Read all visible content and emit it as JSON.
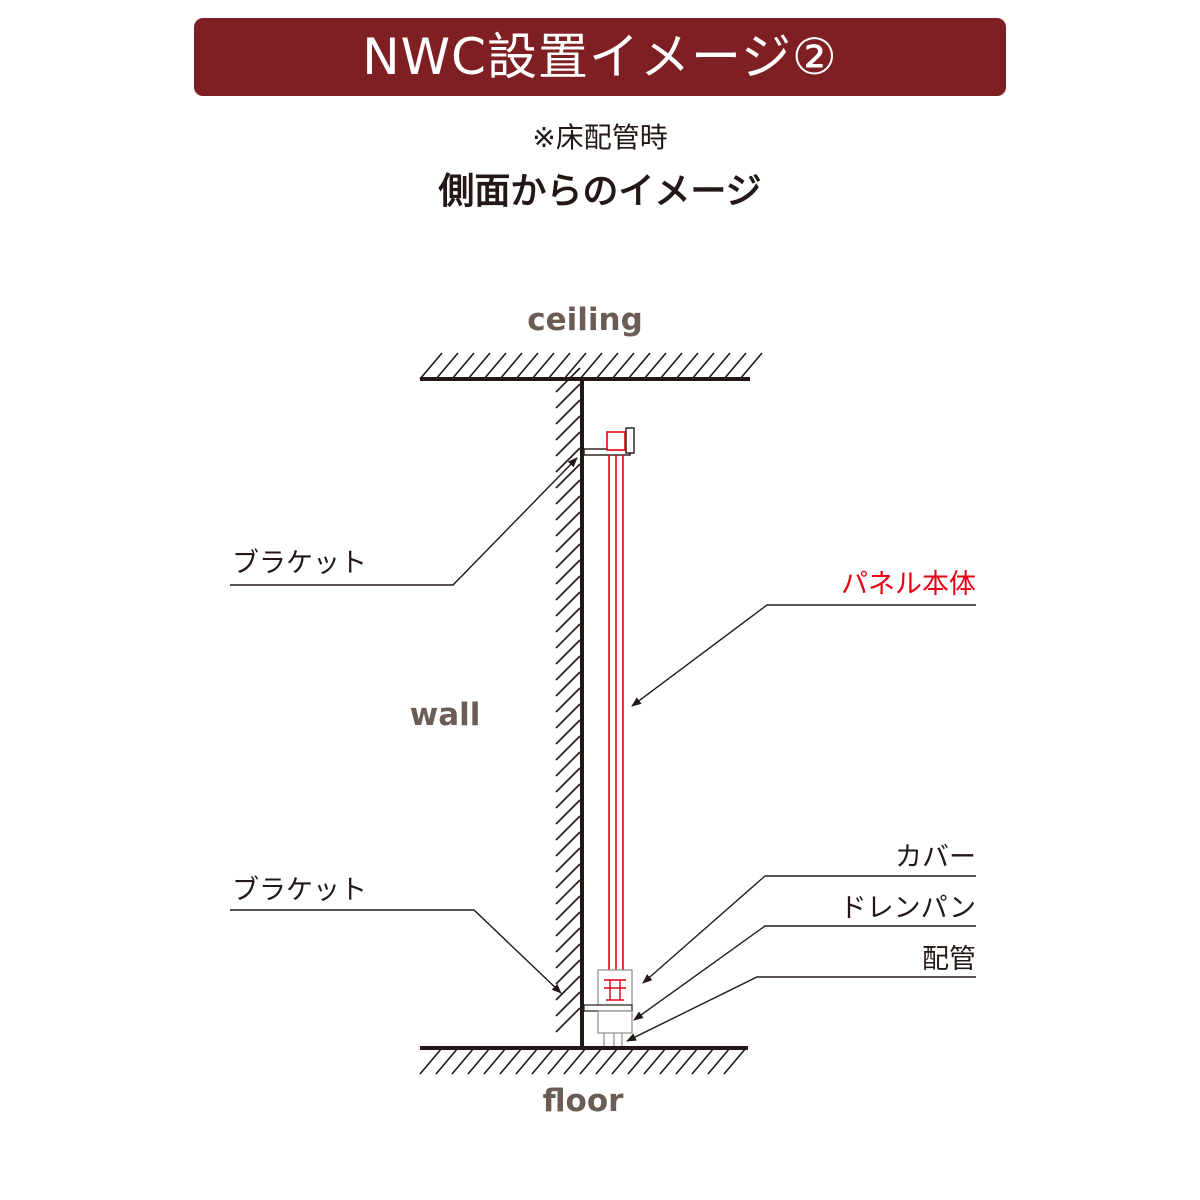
{
  "header": {
    "title": "NWC設置イメージ②",
    "note": "※床配管時",
    "subtitle": "側面からのイメージ"
  },
  "diagram": {
    "ceiling_label": "ceiling",
    "floor_label": "floor",
    "wall_label": "wall",
    "bracket_top_label": "ブラケット",
    "bracket_bottom_label": "ブラケット",
    "panel_label": "パネル本体",
    "cover_label": "カバー",
    "drain_pan_label": "ドレンパン",
    "piping_label": "配管"
  },
  "colors": {
    "banner": "#7e1f23",
    "accent_red": "#e60012",
    "structure_gray": "#6b5c55",
    "line": "#231815"
  }
}
